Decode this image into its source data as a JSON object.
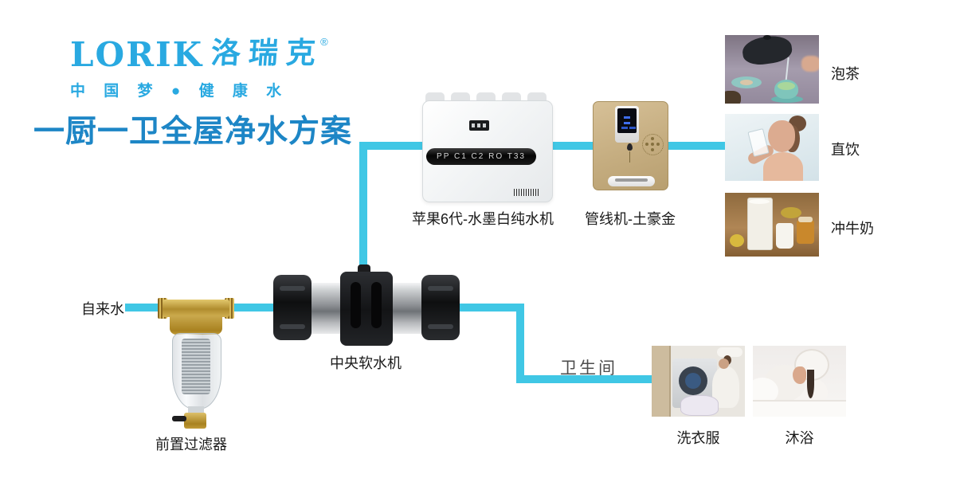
{
  "brand": {
    "logo_latin": "LORIK",
    "logo_cn": "洛瑞克",
    "trademark": "®",
    "tagline": "中 国 梦 ● 健 康 水",
    "title": "一厨一卫全屋净水方案"
  },
  "flow": {
    "source_label": "自来水",
    "prefilter_label": "前置过滤器",
    "softener_label": "中央软水机",
    "purifier_label": "苹果6代-水墨白纯水机",
    "purifier_panel_text": "PP C1 C2 RO T33",
    "pipeline_machine_label": "管线机-土豪金",
    "bathroom_label": "卫生间"
  },
  "usages": {
    "tea": "泡茶",
    "drink": "直饮",
    "milk": "冲牛奶",
    "laundry": "洗衣服",
    "bath": "沐浴"
  },
  "colors": {
    "logo_blue": "#29a9e1",
    "title_blue": "#1d86c6",
    "pipe_cyan": "#40c7e5",
    "gold_body": "#c5ad80",
    "label_dark": "#1a1a1a",
    "bathroom_gray": "#4d4d4d"
  }
}
